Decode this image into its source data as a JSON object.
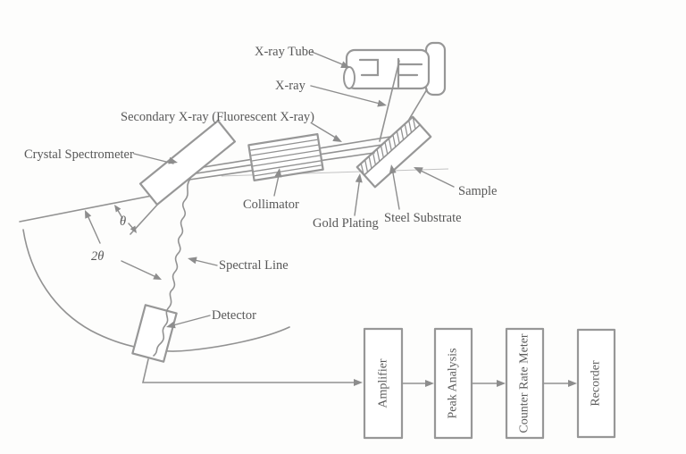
{
  "diagram": {
    "kind": "xray-fluorescence-spectrometer-schematic",
    "labels": {
      "xray_tube": "X-ray Tube",
      "xray": "X-ray",
      "secondary_xray": "Secondary X-ray (Fluorescent X-ray)",
      "crystal_spectrometer": "Crystal Spectrometer",
      "collimator": "Collimator",
      "gold_plating": "Gold Plating",
      "steel_substrate": "Steel Substrate",
      "sample": "Sample",
      "spectral_line": "Spectral Line",
      "detector": "Detector",
      "theta": "θ",
      "two_theta": "2θ"
    },
    "flow_boxes": [
      {
        "label": "Amplifier"
      },
      {
        "label": "Peak Analysis"
      },
      {
        "label": "Counter Rate Meter"
      },
      {
        "label": "Recorder"
      }
    ],
    "colors": {
      "line": "#929292",
      "text": "#585858",
      "background": "#fdfdfc"
    }
  }
}
